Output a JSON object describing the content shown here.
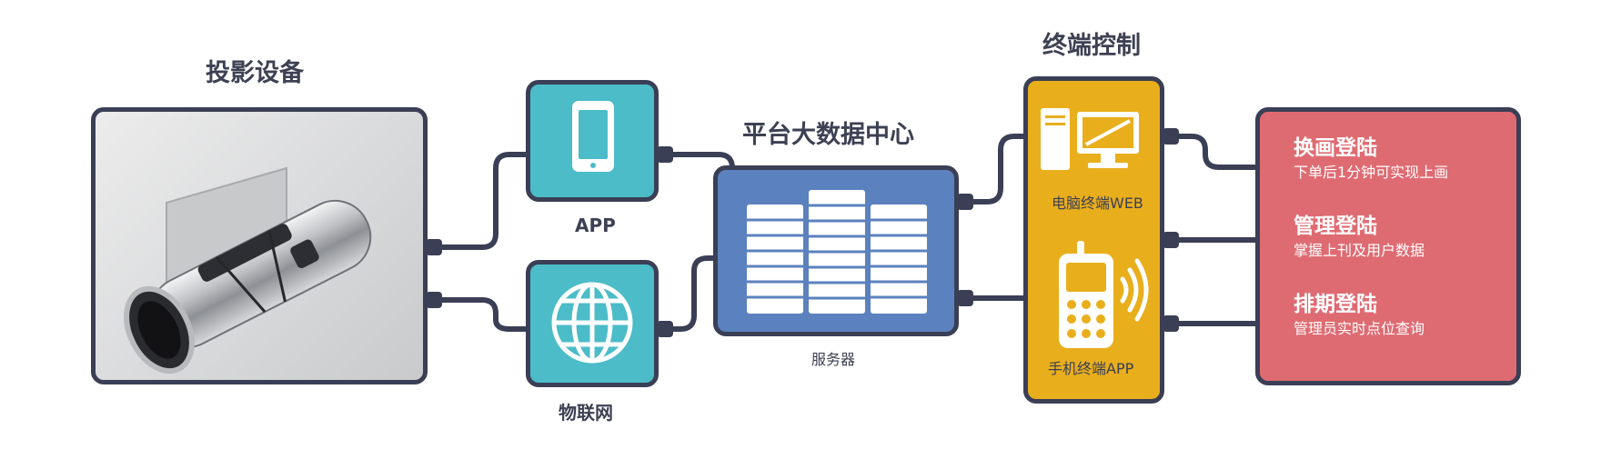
{
  "headings": {
    "projection": "投影设备",
    "platform": "平台大数据中心",
    "terminal": "终端控制"
  },
  "captions": {
    "app": "APP",
    "iot": "物联网",
    "server": "服务器"
  },
  "terminals": {
    "pc": "电脑终端WEB",
    "mobile": "手机终端APP"
  },
  "features": [
    {
      "title": "换画登陆",
      "desc": "下单后1分钟可实现上画"
    },
    {
      "title": "管理登陆",
      "desc": "掌握上刊及用户数据"
    },
    {
      "title": "排期登陆",
      "desc": "管理员实时点位查询"
    }
  ],
  "colors": {
    "line": "#3a3f55",
    "teal": "#4bbcc8",
    "blue": "#5b82be",
    "yellow": "#e9ae1b",
    "red": "#df6b72"
  }
}
